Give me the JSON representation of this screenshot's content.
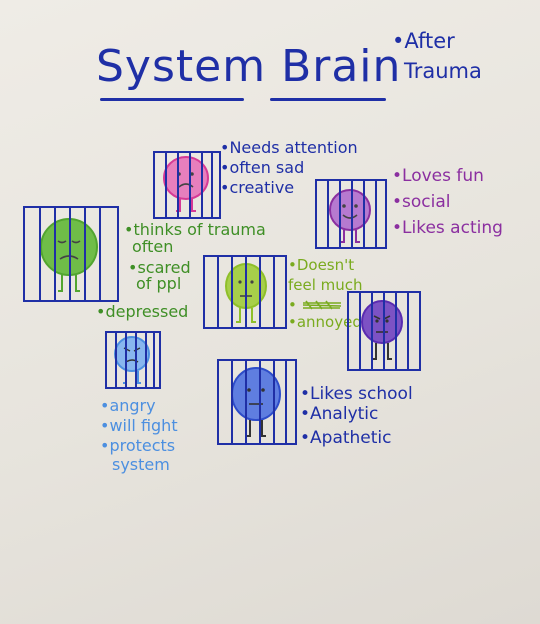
{
  "title": "System Brain",
  "subtitle_line1": "•After",
  "subtitle_line2": "Trauma",
  "colors": {
    "blue": "#1f2fa6",
    "pink": "#d63a96",
    "purple": "#8b2fa0",
    "green": "#52a52f",
    "lime": "#8fbf2a",
    "violet": "#5a2bb0",
    "sky": "#4c8fe0",
    "royal": "#2d4cc9"
  },
  "characters": [
    {
      "id": "pink",
      "notes": [
        "•Needs attention",
        "•often sad",
        "•creative"
      ]
    },
    {
      "id": "purple",
      "notes": [
        "•Loves fun",
        "•social",
        "•Likes acting"
      ]
    },
    {
      "id": "green",
      "notes": [
        "•thinks of trauma",
        "often",
        "•scared",
        "of ppl",
        "•depressed"
      ]
    },
    {
      "id": "lime",
      "notes": [
        "•Doesn't",
        "feel much",
        "•",
        "•annoyed"
      ]
    },
    {
      "id": "violet",
      "notes": []
    },
    {
      "id": "sky",
      "notes": [
        "•angry",
        "•will fight",
        "•protects",
        "system"
      ]
    },
    {
      "id": "royal",
      "notes": [
        "•Likes school",
        "•Analytic",
        "•Apathetic"
      ]
    }
  ]
}
